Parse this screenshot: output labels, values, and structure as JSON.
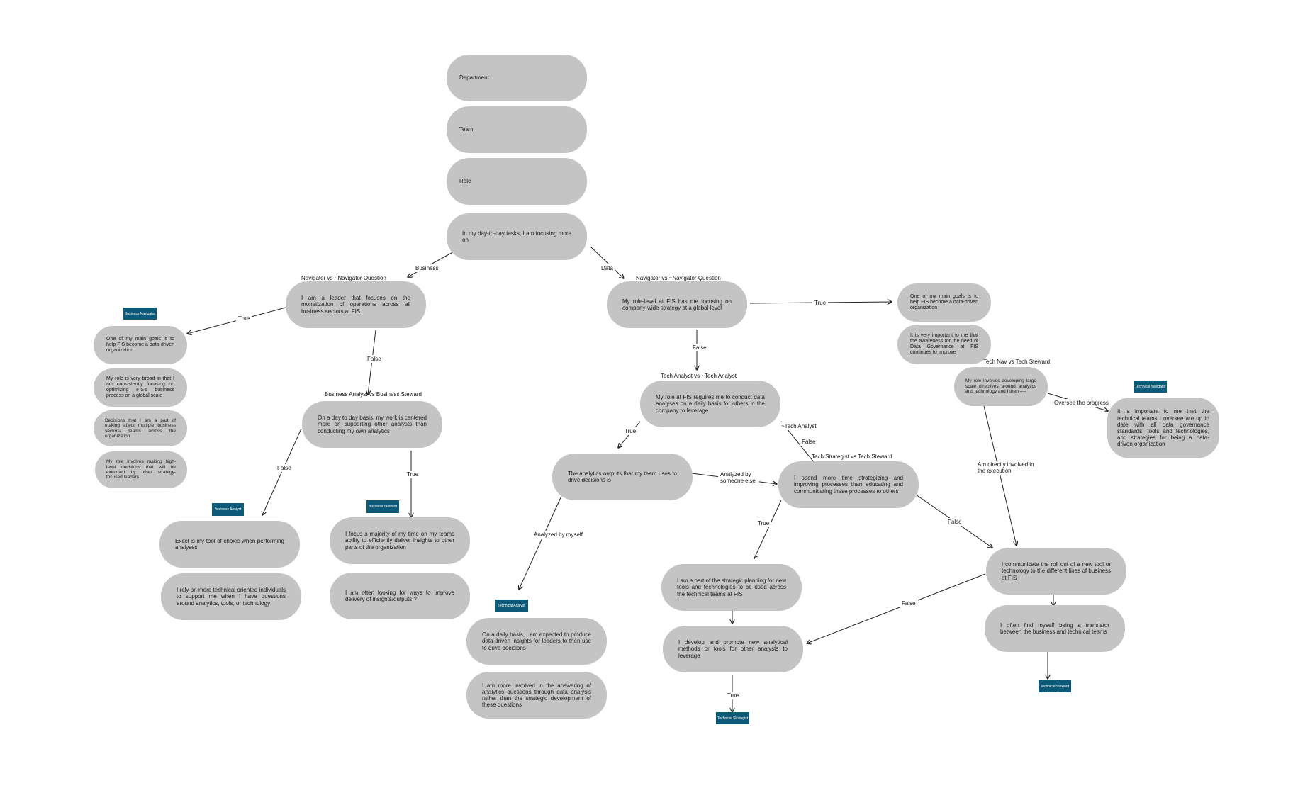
{
  "nodes": {
    "department": "Department",
    "team": "Team",
    "role": "Role",
    "daytoday": "In my day-to-day tasks, I am focusing more on",
    "biz_leader": "I am a leader that focuses on the monetization of operations across all business sectors at FIS",
    "biz_goal": "One of my main goals is to help FIS become a data-driven organization",
    "biz_broad": "My role is very broad in that I am consistently focusing on optimizing FIS's business process on a global scale",
    "biz_decisions": "Decisions that I am a part of making affect multiple business sectors/ teams across the organization",
    "biz_highlevel": "My role involves making high-level decisions that will be executed by other strategy-focused leaders",
    "biz_daytoday": "On a day to day basis, my work is centered more on supporting other analysts than conducting my own analytics",
    "excel": "Excel is my tool of choice when performing analyses",
    "rely": "I rely on more technical oriented individuals to support me when I have questions around analytics, tools, or technology",
    "focus_majority": "I focus a majority of my time on my teams ability to efficiently deliver insights to other parts of the organization",
    "looking_ways": "I am often looking for ways to improve delivery of insights/outputs ?",
    "data_rolelevel": "My role-level at FIS has me focusing on company-wide strategy at a global level",
    "data_goal": "One of my main goals is to help FIS become a data-driven organization",
    "data_governance": "It is very important to me that the awareness for the need of Data Governance at FIS continues to improve",
    "large_scale": "My role involves developing large scale directives around analytics and technology and I then ----",
    "tech_teams": "It is important to me that the technical teams I oversee are up to date with all data governance standards, tools and technologies, and strategies for being a data-driven organization",
    "conduct_analyses": "My role at FIS requires me to conduct data analyses on a daily basis for others in the company to leverage",
    "analytics_outputs": "The analytics outputs that my team uses to drive decisions is",
    "daily_basis": "On a daily basis, I am expected to produce data-driven insights for leaders to then use to drive decisions",
    "more_involved": "I am more involved in the answering of analytics questions through data analysis rather than the strategic development of these questions",
    "spend_time": "I spend more time strategizing and improving processes than educating and communicating these processes to others",
    "strategic_planning": "I am a part of the strategic planning for new tools and technologies to be used across the technical teams at FIS",
    "develop_promote": "I develop and promote new analytical methods or tools for other analysts to leverage",
    "communicate_roll": "I communicate the roll out of a new tool or technology to the different lines of business at FIS",
    "translator": "I often find myself being a translator between the business and technical teams"
  },
  "titles": {
    "nav_left": "Navigator vs ~Navigator Question",
    "nav_right": "Navigator vs ~Navigator Question",
    "ba_bs": "Business Analyst vs Business Steward",
    "ta": "Tech Analyst vs ~Tech Analyst",
    "ts_tst": "Tech Strategist vs Tech Steward",
    "tn_tst": "Tech Nav vs Tech Steward"
  },
  "edge_labels": {
    "business": "Business",
    "data": "Data",
    "true_biznav": "True",
    "false_biz": "False",
    "false_ba": "False",
    "true_bs": "True",
    "true_datanav": "True",
    "false_data": "False",
    "true_ta": "True",
    "not_ta": "~Tech Analyst",
    "false_ta": "False",
    "analyzed_someone": "Analyzed by someone else",
    "analyzed_myself": "Analyzed by myself",
    "true_ts": "True",
    "false_tst": "False",
    "false_back": "False",
    "true_techstrat": "True",
    "oversee": "Oversee the progress",
    "directly": "Am directly involved in the execution"
  },
  "badges": {
    "business_navigator": "Business Navigator",
    "business_analyst": "Business Analyst",
    "business_steward": "Business Steward",
    "technical_analyst": "Technical Analyst",
    "technical_strategist": "Technical Strategist",
    "technical_navigator": "Technical Navigator",
    "technical_steward": "Technical Steward"
  },
  "colors": {
    "node_fill": "#c4c4c4",
    "badge_fill": "#0d5a78",
    "edge": "#222222"
  }
}
